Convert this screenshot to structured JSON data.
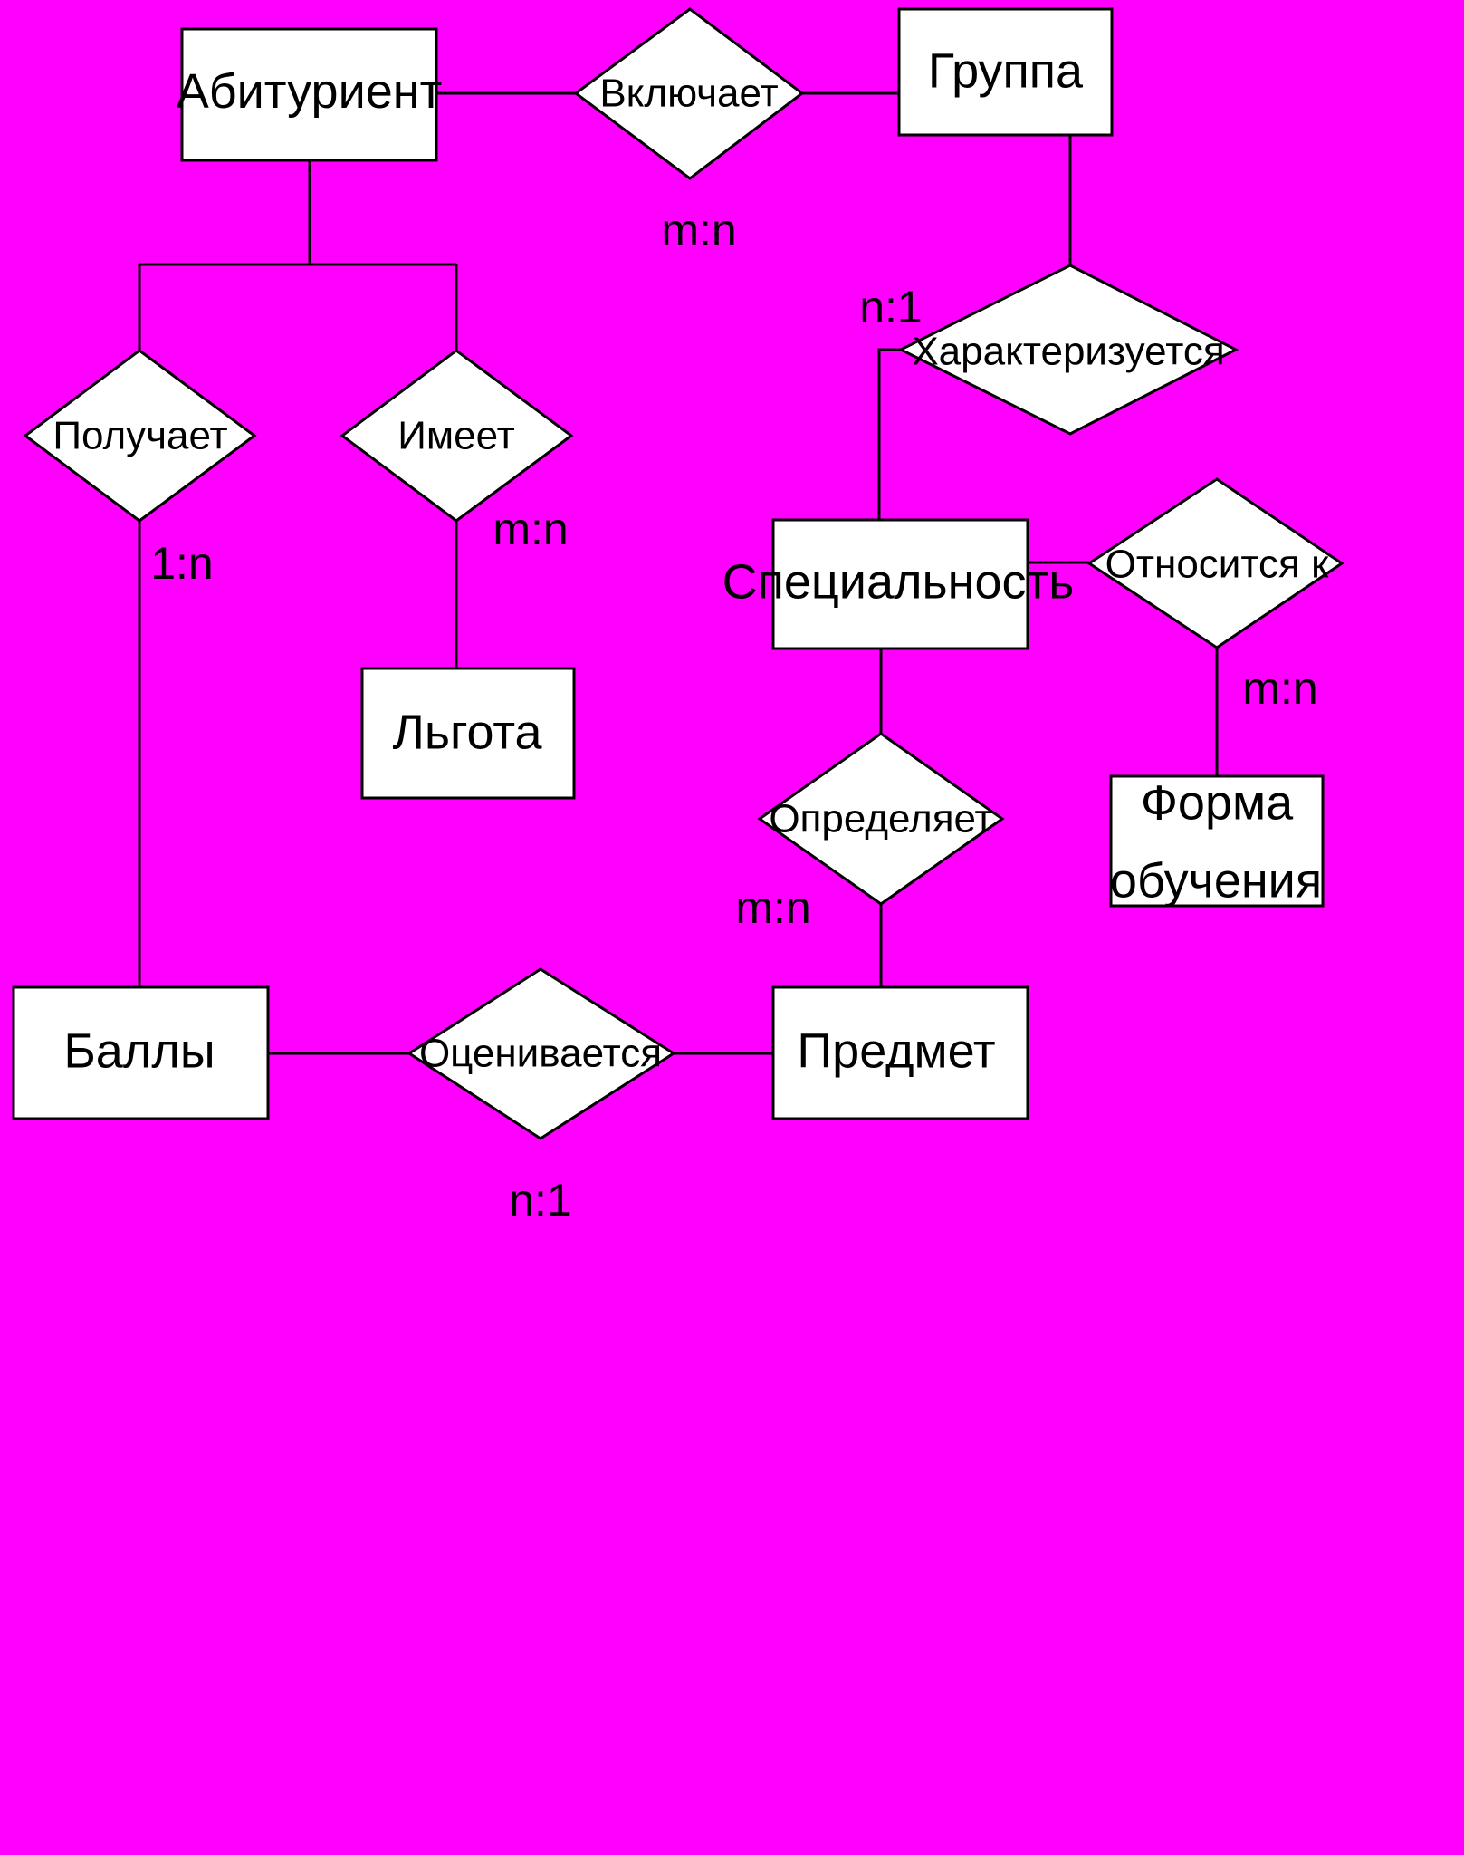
{
  "colors": {
    "background": "#FF00FF",
    "shape_fill": "#FFFFFF",
    "stroke": "#000000",
    "text": "#000000"
  },
  "entities": {
    "applicant": "Абитуриент",
    "group": "Группа",
    "benefit": "Льгота",
    "specialty": "Специальность",
    "study_form_line1": "Форма",
    "study_form_line2": "обучения",
    "points": "Баллы",
    "subject": "Предмет"
  },
  "relationships": {
    "includes": "Включает",
    "characterized": "Характеризуется",
    "receives": "Получает",
    "has": "Имеет",
    "relates_to": "Относится к",
    "defines": "Определяет",
    "evaluated": "Оценивается"
  },
  "cardinalities": {
    "includes": "m:n",
    "characterized": "n:1",
    "has": "m:n",
    "receives": "1:n",
    "relates_to": "m:n",
    "defines": "m:n",
    "evaluated": "n:1"
  }
}
